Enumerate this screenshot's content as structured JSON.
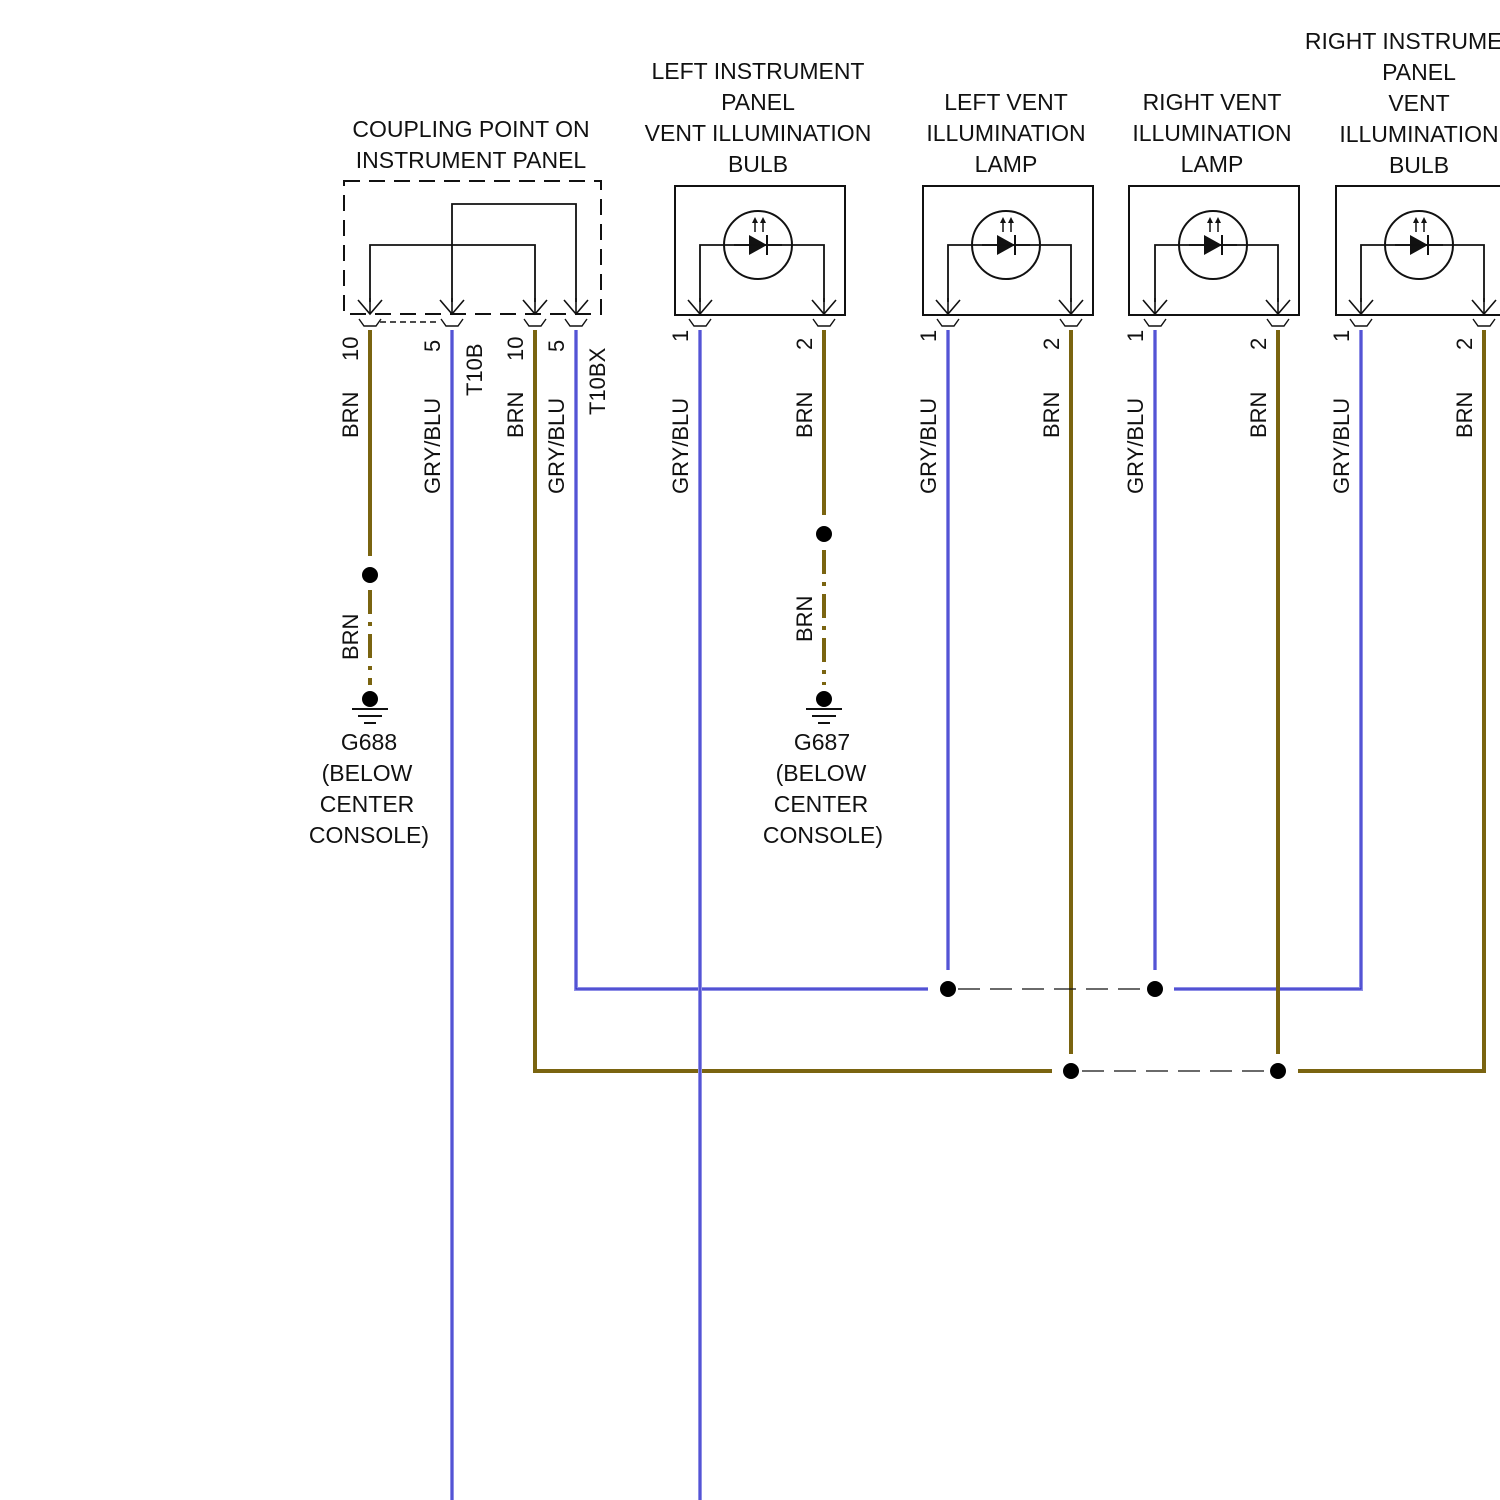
{
  "components": {
    "coupling_point": {
      "title_line1": "COUPLING POINT ON",
      "title_line2": "INSTRUMENT PANEL",
      "connector_a": "T10B",
      "connector_b": "T10BX"
    },
    "left_ip_vent_bulb": {
      "title_line1": "LEFT INSTRUMENT",
      "title_line2": "PANEL",
      "title_line3": "VENT ILLUMINATION",
      "title_line4": "BULB"
    },
    "left_vent_lamp": {
      "title_line1": "LEFT VENT",
      "title_line2": "ILLUMINATION",
      "title_line3": "LAMP"
    },
    "right_vent_lamp": {
      "title_line1": "RIGHT VENT",
      "title_line2": "ILLUMINATION",
      "title_line3": "LAMP"
    },
    "right_ip_vent_bulb": {
      "title_line1": "RIGHT INSTRUMENT",
      "title_line2": "PANEL",
      "title_line3": "VENT",
      "title_line4": "ILLUMINATION",
      "title_line5": "BULB"
    }
  },
  "pins": {
    "cp_t10b_10": "10",
    "cp_t10b_5": "5",
    "cp_t10bx_10": "10",
    "cp_t10bx_5": "5",
    "l1_1": "1",
    "l1_2": "2",
    "l2_1": "1",
    "l2_2": "2",
    "l3_1": "1",
    "l3_2": "2",
    "l4_1": "1",
    "l4_2": "2"
  },
  "wire_colors": {
    "brown": "BRN",
    "gray_blue": "GRY/BLU"
  },
  "grounds": {
    "g688": {
      "id": "G688",
      "line1": "(BELOW",
      "line2": "CENTER",
      "line3": "CONSOLE)"
    },
    "g687": {
      "id": "G687",
      "line1": "(BELOW",
      "line2": "CENTER",
      "line3": "CONSOLE)"
    }
  },
  "colors": {
    "brown_wire": "#7a6410",
    "gray_blue_wire": "#8f8fe6",
    "outline": "#111111"
  }
}
